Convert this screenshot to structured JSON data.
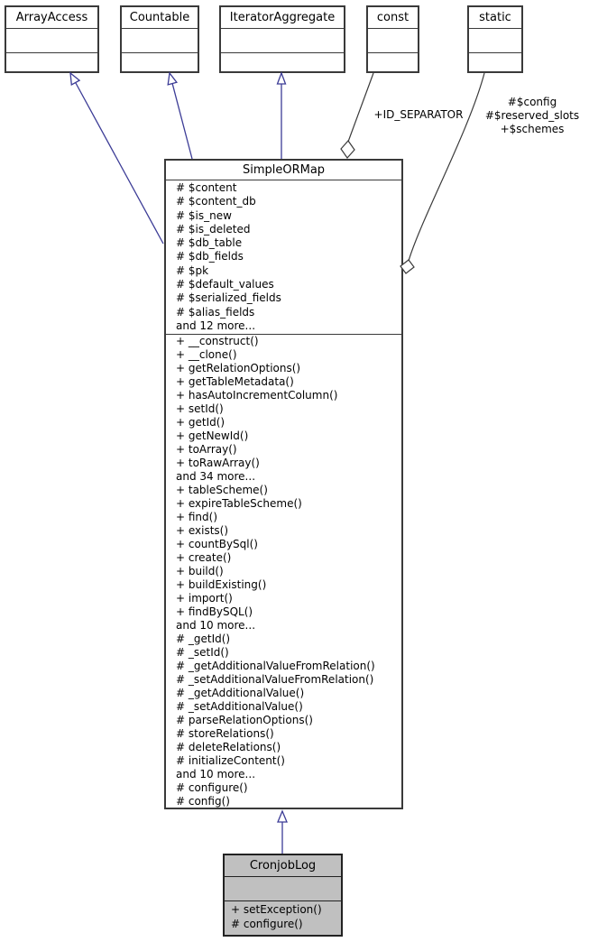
{
  "diagram": {
    "interfaces": [
      {
        "name": "ArrayAccess"
      },
      {
        "name": "Countable"
      },
      {
        "name": "IteratorAggregate"
      }
    ],
    "qualifiers": [
      {
        "name": "const"
      },
      {
        "name": "static"
      }
    ],
    "edge_labels": {
      "const_member": "+ID_SEPARATOR",
      "static_members": [
        "#$config",
        "#$reserved_slots",
        "+$schemes"
      ]
    },
    "main_class": {
      "name": "SimpleORMap",
      "attributes": [
        "# $content",
        "# $content_db",
        "# $is_new",
        "# $is_deleted",
        "# $db_table",
        "# $db_fields",
        "# $pk",
        "# $default_values",
        "# $serialized_fields",
        "# $alias_fields",
        "and 12 more..."
      ],
      "methods": [
        "+ __construct()",
        "+ __clone()",
        "+ getRelationOptions()",
        "+ getTableMetadata()",
        "+ hasAutoIncrementColumn()",
        "+ setId()",
        "+ getId()",
        "+ getNewId()",
        "+ toArray()",
        "+ toRawArray()",
        "and 34 more...",
        "+ tableScheme()",
        "+ expireTableScheme()",
        "+ find()",
        "+ exists()",
        "+ countBySql()",
        "+ create()",
        "+ build()",
        "+ buildExisting()",
        "+ import()",
        "+ findBySQL()",
        "and 10 more...",
        "# _getId()",
        "# _setId()",
        "# _getAdditionalValueFromRelation()",
        "# _setAdditionalValueFromRelation()",
        "# _getAdditionalValue()",
        "# _setAdditionalValue()",
        "# parseRelationOptions()",
        "# storeRelations()",
        "# deleteRelations()",
        "# initializeContent()",
        "and 10 more...",
        "# configure()",
        "# config()"
      ]
    },
    "derived_class": {
      "name": "CronjobLog",
      "methods": [
        "+ setException()",
        "# configure()"
      ]
    },
    "colors": {
      "inheritance_edge": "#3c3c96",
      "aggregation_edge": "#3a3a3a",
      "box_border": "#3a3a3a",
      "highlight_fill": "#c0c0c0",
      "background": "#ffffff",
      "text": "#000000"
    }
  }
}
